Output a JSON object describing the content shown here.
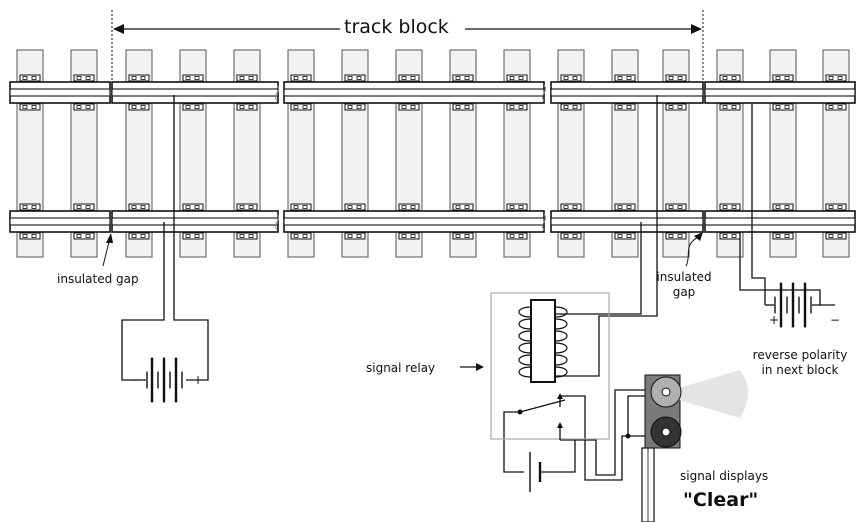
{
  "labels": {
    "track_block": "track block",
    "insulated_gap_left": "insulated gap",
    "insulated_gap_right_line1": "insulated",
    "insulated_gap_right_line2": "gap",
    "signal_relay": "signal relay",
    "reverse_polarity_line1": "reverse polarity",
    "reverse_polarity_line2": "in next block",
    "signal_displays": "signal displays",
    "signal_state": "\"Clear\"",
    "battery_left_minus": "−",
    "battery_left_plus": "+",
    "battery_right_plus": "+",
    "battery_right_minus": "−"
  },
  "colors": {
    "ink": "#111111",
    "tie_fill": "#f2f2f2",
    "tie_stroke": "#555555",
    "box_stroke": "#aaaaaa",
    "lamp_clear": "#b0b0b0",
    "lamp_dark": "#333333",
    "beam": "#e4e4e4",
    "signal_head": "#7a7a7a"
  }
}
